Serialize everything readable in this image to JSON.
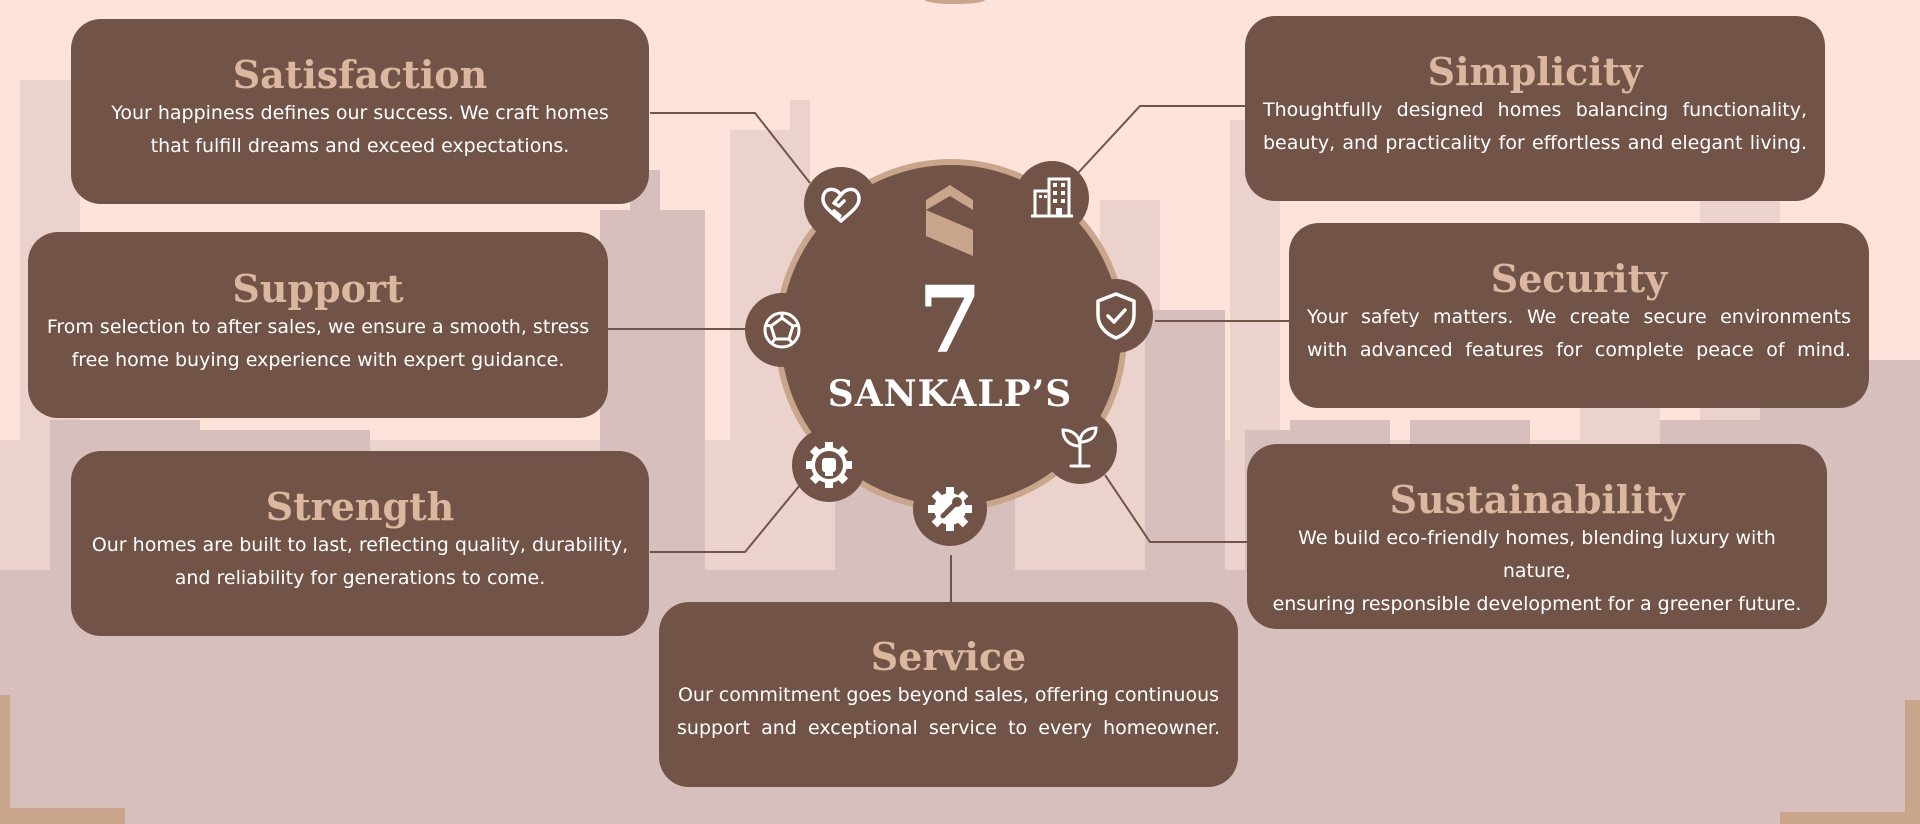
{
  "center": {
    "number": "7",
    "title": "SANKALP’S"
  },
  "cards": {
    "satisfaction": {
      "title": "Satisfaction",
      "line1": "Your happiness defines our success. We craft homes",
      "line2": "that fulfill dreams and exceed expectations."
    },
    "support": {
      "title": "Support",
      "line1": "From selection to after sales, we ensure a smooth, stress",
      "line2": "free home buying experience with expert guidance."
    },
    "strength": {
      "title": "Strength",
      "line1": "Our homes are built to last, reflecting quality, durability,",
      "line2": "and reliability for generations to come."
    },
    "service": {
      "title": "Service",
      "line1": "Our commitment goes beyond sales, offering continuous",
      "line2": "support and exceptional service to every homeowner."
    },
    "simplicity": {
      "title": "Simplicity",
      "line1": "Thoughtfully designed homes balancing functionality,",
      "line2": "beauty, and practicality for effortless and elegant living."
    },
    "security": {
      "title": "Security",
      "line1": "Your safety matters. We create secure environments",
      "line2": "with advanced features for complete peace of mind."
    },
    "sustainability": {
      "title": "Sustainability",
      "line1": "We build eco-friendly homes, blending luxury with nature,",
      "line2": "ensuring responsible development for a greener future."
    }
  },
  "icons": [
    "handshake-icon",
    "building-icon",
    "shield-check-icon",
    "sprout-icon",
    "gear-wrench-icon",
    "gear-fist-icon",
    "network-icon",
    "logo-mark-icon"
  ],
  "colors": {
    "background": "#fde3da",
    "card": "#725347",
    "title": "#dcb79f",
    "ring": "#c9a58c",
    "skyline": "#d6bfbc"
  }
}
